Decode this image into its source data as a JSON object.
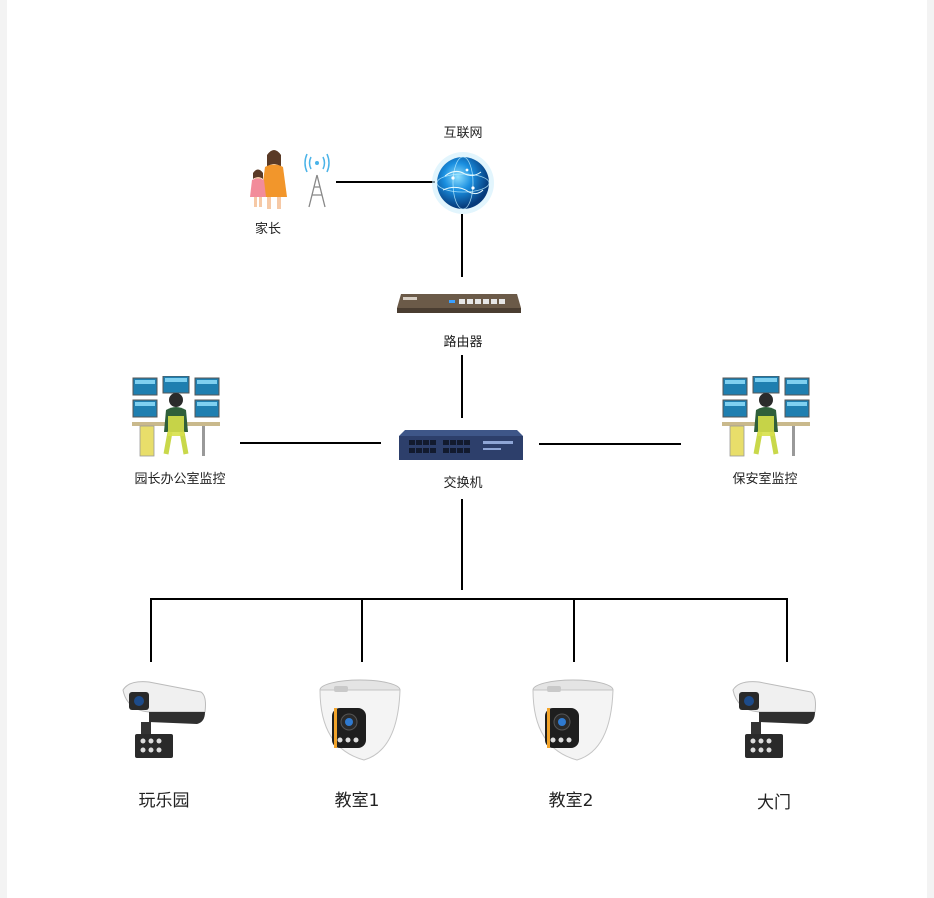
{
  "diagram": {
    "nodes": {
      "internet": {
        "label": "互联网",
        "icon": "globe-icon"
      },
      "parent": {
        "label": "家长",
        "icon": "parent-child-icon"
      },
      "router": {
        "label": "路由器",
        "icon": "router-icon"
      },
      "switch": {
        "label": "交换机",
        "icon": "network-switch-icon"
      },
      "principal_monitor": {
        "label": "园长办公室监控",
        "icon": "monitoring-station-icon"
      },
      "security_monitor": {
        "label": "保安室监控",
        "icon": "monitoring-station-icon"
      },
      "camera_playground": {
        "label": "玩乐园",
        "icon": "bullet-camera-icon"
      },
      "camera_class1": {
        "label": "教室1",
        "icon": "dome-camera-icon"
      },
      "camera_class2": {
        "label": "教室2",
        "icon": "dome-camera-icon"
      },
      "camera_gate": {
        "label": "大门",
        "icon": "bullet-camera-icon"
      }
    },
    "colors": {
      "line": "#000000",
      "globe": "#1a7fd0",
      "switch": "#2d3f6b",
      "router": "#6b5a48",
      "screen": "#2a9fd0",
      "person": "#2f5f3a"
    }
  }
}
